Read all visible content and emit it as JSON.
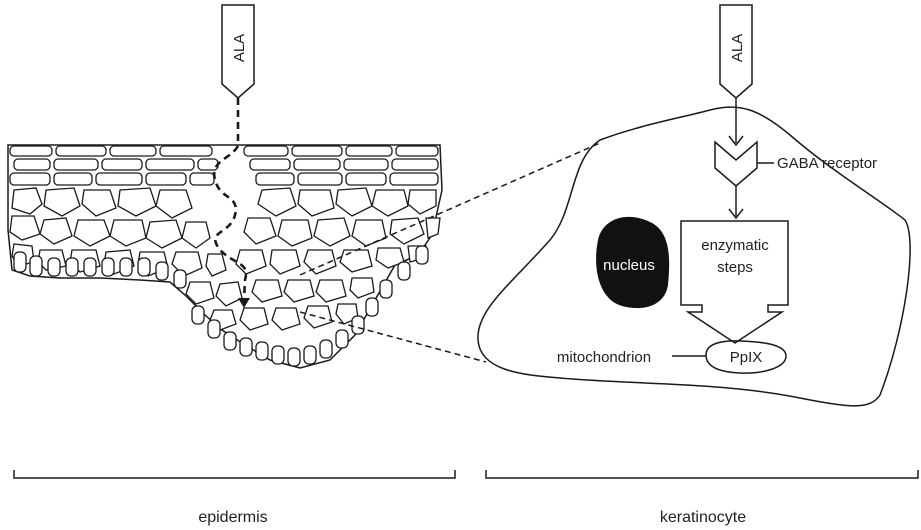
{
  "labels": {
    "ala_left": "ALA",
    "ala_right": "ALA",
    "gaba_receptor": "GABA receptor",
    "nucleus": "nucleus",
    "enzymatic_line1": "enzymatic",
    "enzymatic_line2": "steps",
    "ppix": "PpIX",
    "mitochondrion": "mitochondrion",
    "epidermis": "epidermis",
    "keratinocyte": "keratinocyte"
  },
  "colors": {
    "stroke": "#1a1a1a",
    "nucleus_fill": "#111111",
    "background": "#ffffff"
  }
}
